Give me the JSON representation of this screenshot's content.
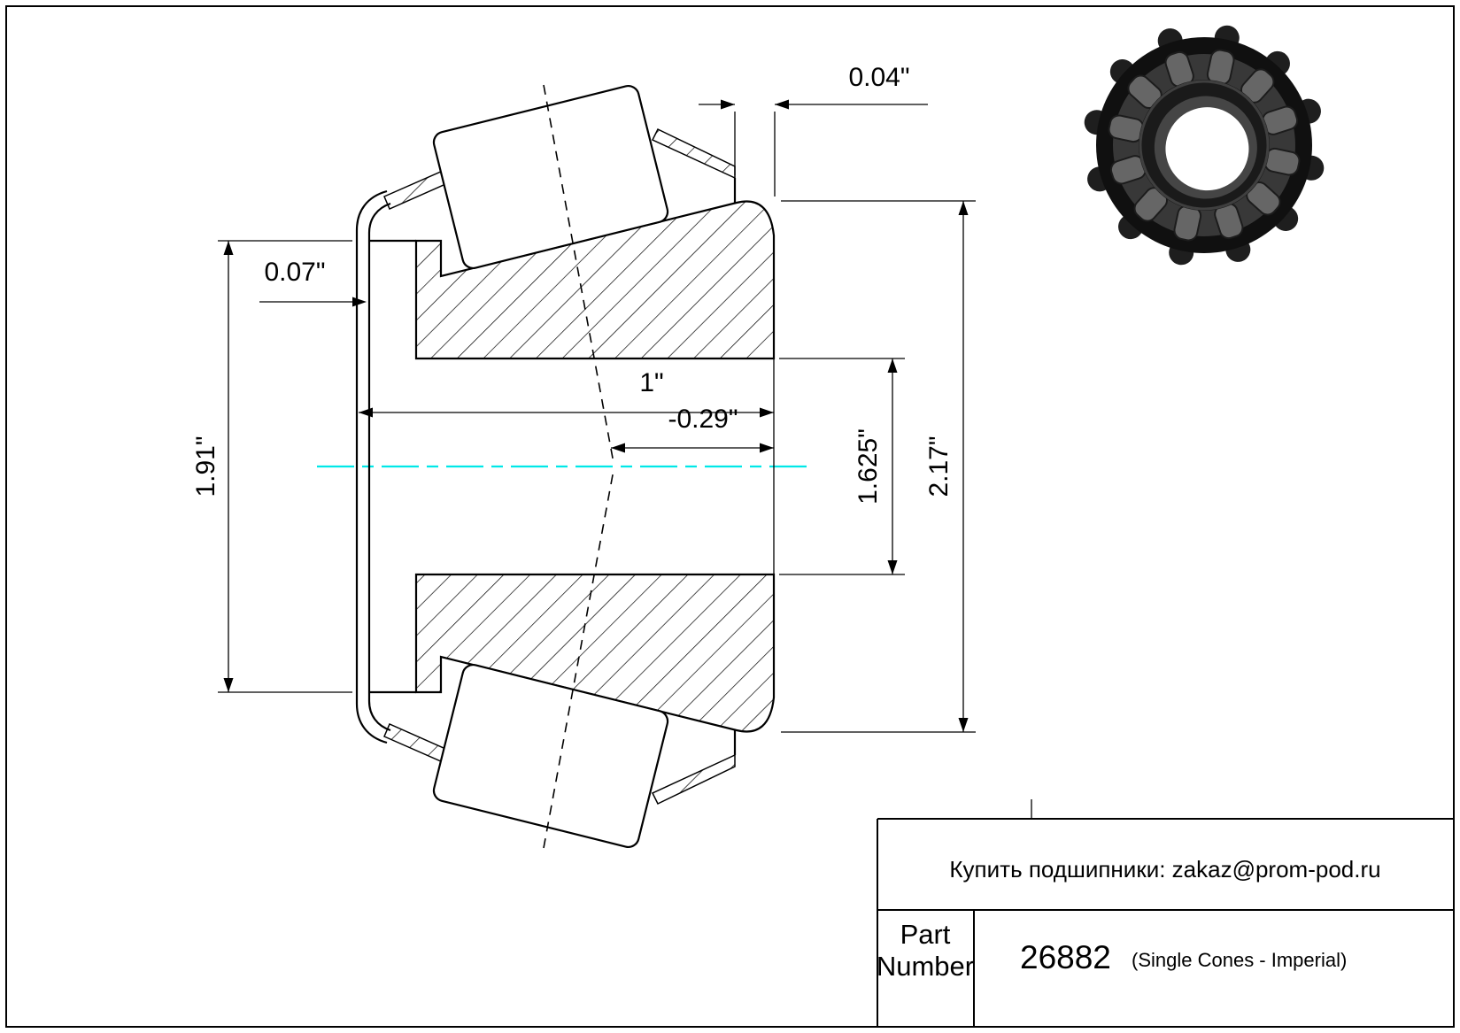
{
  "drawing": {
    "dimensions": {
      "top_gap": "0.04\"",
      "flange_offset": "0.07\"",
      "cone_width": "1\"",
      "center_offset": "-0.29\"",
      "bore": "1.625\"",
      "outer_diameter": "2.17\"",
      "rib_diameter": "1.91\""
    },
    "colors": {
      "centerline": "#00e8e8"
    }
  },
  "title_block": {
    "contact": "Купить подшипники: zakaz@prom-pod.ru",
    "part_label_line1": "Part",
    "part_label_line2": "Number",
    "part_number": "26882",
    "part_series": "(Single Cones - Imperial)"
  }
}
